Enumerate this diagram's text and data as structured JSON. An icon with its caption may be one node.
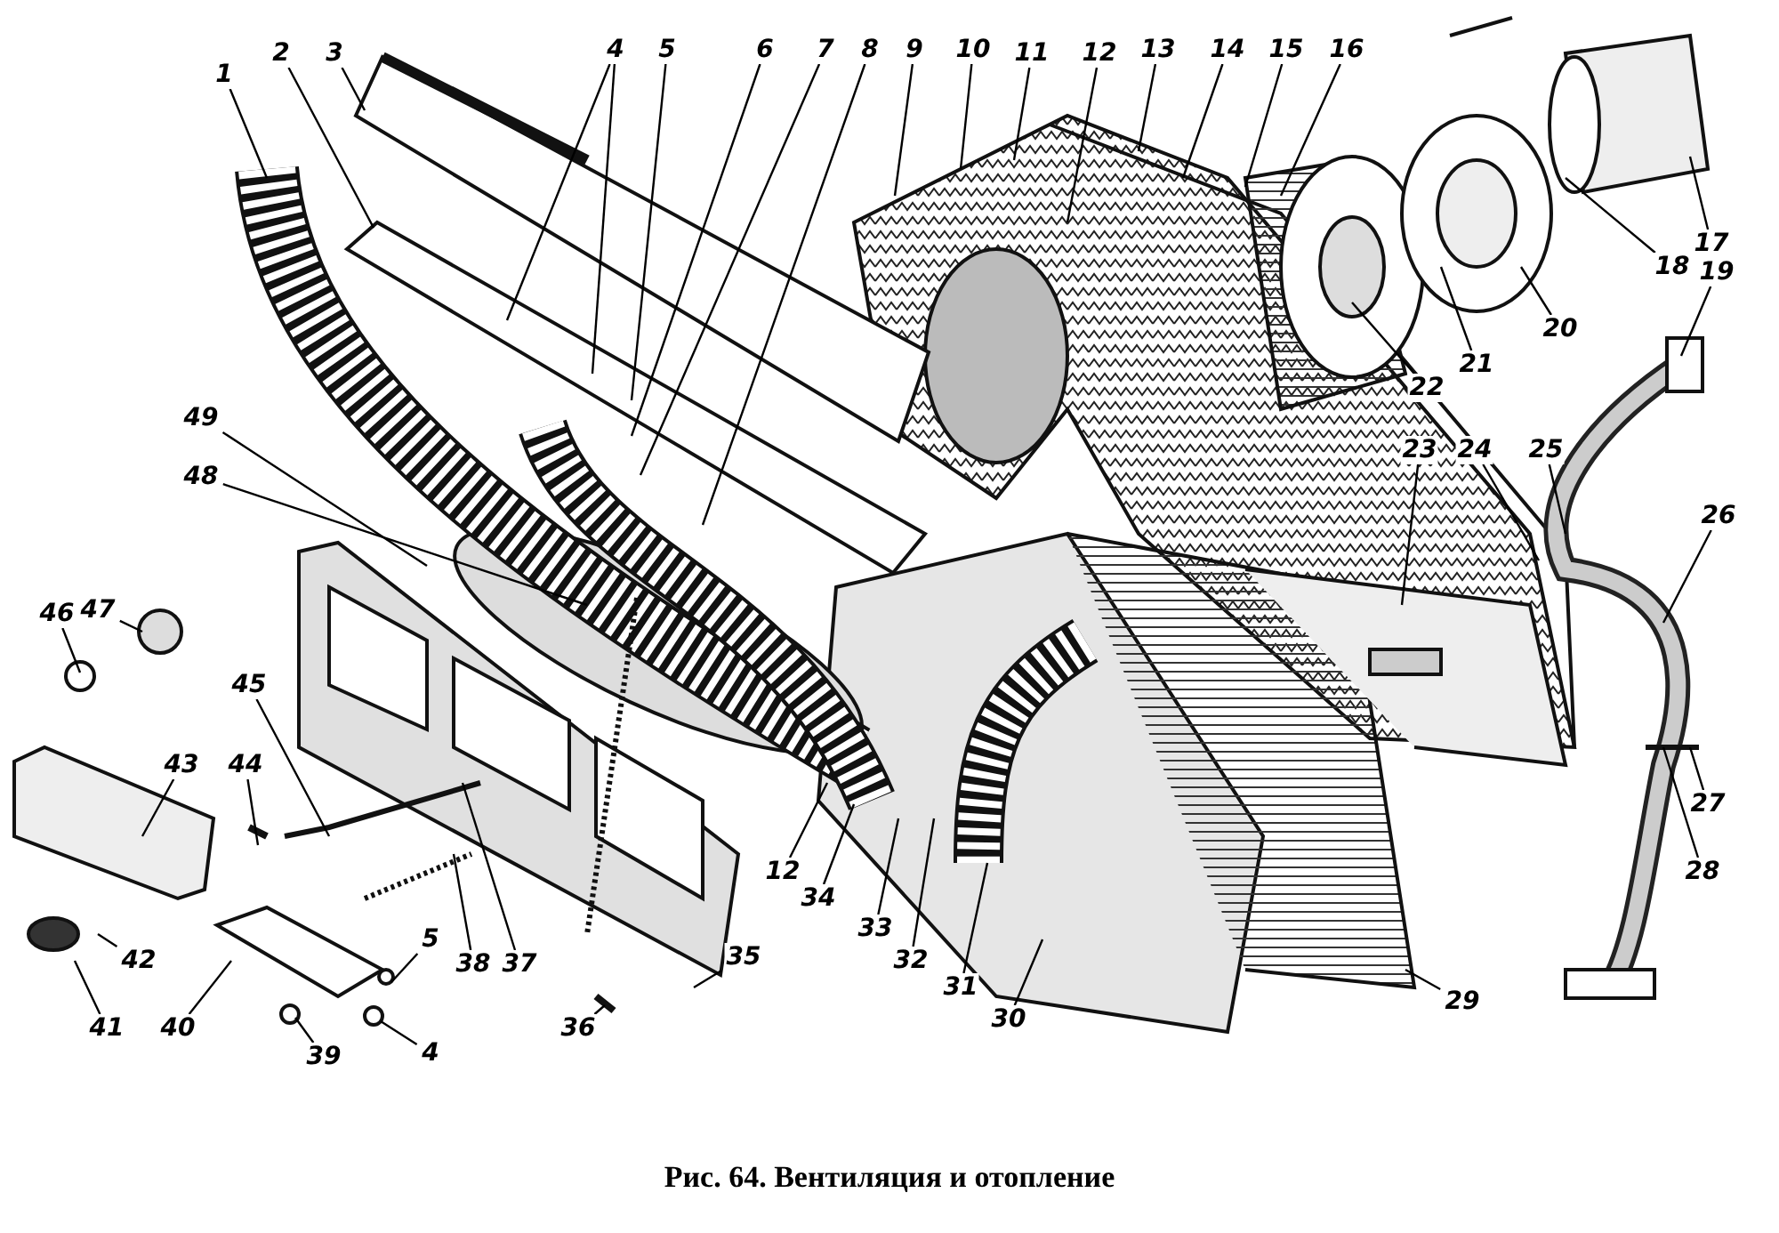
{
  "diagram": {
    "caption": "Рис. 64. Вентиляция и отопление",
    "nodes": [
      {
        "text": [
          "1"
        ]
      },
      {
        "text": [
          "2"
        ]
      },
      {
        "text": [
          "3"
        ]
      },
      {
        "text": [
          "4"
        ]
      },
      {
        "text": [
          "5"
        ]
      },
      {
        "text": [
          "6"
        ]
      },
      {
        "text": [
          "7"
        ]
      },
      {
        "text": [
          "8"
        ]
      },
      {
        "text": [
          "9"
        ]
      },
      {
        "text": [
          "10"
        ]
      },
      {
        "text": [
          "11"
        ]
      },
      {
        "text": [
          "12"
        ]
      },
      {
        "text": [
          "13"
        ]
      },
      {
        "text": [
          "14"
        ]
      },
      {
        "text": [
          "15"
        ]
      },
      {
        "text": [
          "16"
        ]
      },
      {
        "text": [
          "17"
        ]
      },
      {
        "text": [
          "18"
        ]
      },
      {
        "text": [
          "19"
        ]
      },
      {
        "text": [
          "20"
        ]
      },
      {
        "text": [
          "21"
        ]
      },
      {
        "text": [
          "22"
        ]
      },
      {
        "text": [
          "23"
        ]
      },
      {
        "text": [
          "24"
        ]
      },
      {
        "text": [
          "25"
        ]
      },
      {
        "text": [
          "26"
        ]
      },
      {
        "text": [
          "49"
        ]
      },
      {
        "text": [
          "48"
        ]
      },
      {
        "text": [
          "46"
        ]
      },
      {
        "text": [
          "47"
        ]
      },
      {
        "text": [
          "45"
        ]
      },
      {
        "text": [
          "43"
        ]
      },
      {
        "text": [
          "44"
        ]
      },
      {
        "text": [
          "12"
        ]
      },
      {
        "text": [
          "34"
        ]
      },
      {
        "text": [
          "33"
        ]
      },
      {
        "text": [
          "32"
        ]
      },
      {
        "text": [
          "31"
        ]
      },
      {
        "text": [
          "30"
        ]
      },
      {
        "text": [
          "27"
        ]
      },
      {
        "text": [
          "28"
        ]
      },
      {
        "text": [
          "42"
        ]
      },
      {
        "text": [
          "5"
        ]
      },
      {
        "text": [
          "38"
        ]
      },
      {
        "text": [
          "37"
        ]
      },
      {
        "text": [
          "35"
        ]
      },
      {
        "text": [
          "29"
        ]
      },
      {
        "text": [
          "41"
        ]
      },
      {
        "text": [
          "40"
        ]
      },
      {
        "text": [
          "39"
        ]
      },
      {
        "text": [
          "4"
        ]
      },
      {
        "text": [
          "36"
        ]
      }
    ],
    "edges": [
      {
        "from": 0,
        "to": null,
        "arrow": "none"
      },
      {
        "from": 1,
        "to": null,
        "arrow": "none"
      },
      {
        "from": 2,
        "to": null,
        "arrow": "none"
      },
      {
        "from": 3,
        "to": null,
        "arrow": "none"
      },
      {
        "from": 3,
        "to": null,
        "arrow": "none"
      },
      {
        "from": 4,
        "to": null,
        "arrow": "none"
      },
      {
        "from": 5,
        "to": null,
        "arrow": "none"
      },
      {
        "from": 6,
        "to": null,
        "arrow": "none"
      },
      {
        "from": 7,
        "to": null,
        "arrow": "none"
      },
      {
        "from": 8,
        "to": null,
        "arrow": "none"
      },
      {
        "from": 9,
        "to": null,
        "arrow": "none"
      },
      {
        "from": 10,
        "to": null,
        "arrow": "none"
      },
      {
        "from": 11,
        "to": null,
        "arrow": "none"
      },
      {
        "from": 12,
        "to": null,
        "arrow": "none"
      },
      {
        "from": 13,
        "to": null,
        "arrow": "none"
      },
      {
        "from": 14,
        "to": null,
        "arrow": "none"
      },
      {
        "from": 15,
        "to": null,
        "arrow": "none"
      },
      {
        "from": 16,
        "to": null,
        "arrow": "none"
      },
      {
        "from": 17,
        "to": null,
        "arrow": "none"
      },
      {
        "from": 18,
        "to": null,
        "arrow": "none"
      },
      {
        "from": 19,
        "to": null,
        "arrow": "none"
      },
      {
        "from": 20,
        "to": null,
        "arrow": "none"
      },
      {
        "from": 21,
        "to": null,
        "arrow": "none"
      },
      {
        "from": 22,
        "to": null,
        "arrow": "none"
      },
      {
        "from": 23,
        "to": null,
        "arrow": "none"
      },
      {
        "from": 24,
        "to": null,
        "arrow": "none"
      },
      {
        "from": 25,
        "to": null,
        "arrow": "none"
      },
      {
        "from": 26,
        "to": null,
        "arrow": "none"
      },
      {
        "from": 27,
        "to": null,
        "arrow": "none"
      },
      {
        "from": 28,
        "to": null,
        "arrow": "none"
      },
      {
        "from": 29,
        "to": null,
        "arrow": "none"
      },
      {
        "from": 30,
        "to": null,
        "arrow": "none"
      },
      {
        "from": 31,
        "to": null,
        "arrow": "none"
      },
      {
        "from": 32,
        "to": null,
        "arrow": "none"
      },
      {
        "from": 33,
        "to": null,
        "arrow": "none"
      },
      {
        "from": 34,
        "to": null,
        "arrow": "none"
      },
      {
        "from": 35,
        "to": null,
        "arrow": "none"
      },
      {
        "from": 36,
        "to": null,
        "arrow": "none"
      },
      {
        "from": 37,
        "to": null,
        "arrow": "none"
      },
      {
        "from": 38,
        "to": null,
        "arrow": "none"
      },
      {
        "from": 39,
        "to": null,
        "arrow": "none"
      },
      {
        "from": 40,
        "to": null,
        "arrow": "none"
      },
      {
        "from": 41,
        "to": null,
        "arrow": "none"
      },
      {
        "from": 42,
        "to": null,
        "arrow": "none"
      },
      {
        "from": 43,
        "to": null,
        "arrow": "none"
      },
      {
        "from": 44,
        "to": null,
        "arrow": "none"
      },
      {
        "from": 45,
        "to": null,
        "arrow": "none"
      },
      {
        "from": 46,
        "to": null,
        "arrow": "none"
      },
      {
        "from": 47,
        "to": null,
        "arrow": "none"
      },
      {
        "from": 48,
        "to": null,
        "arrow": "none"
      },
      {
        "from": 49,
        "to": null,
        "arrow": "none"
      },
      {
        "from": 50,
        "to": null,
        "arrow": "none"
      },
      {
        "from": 51,
        "to": null,
        "arrow": "none"
      }
    ]
  }
}
